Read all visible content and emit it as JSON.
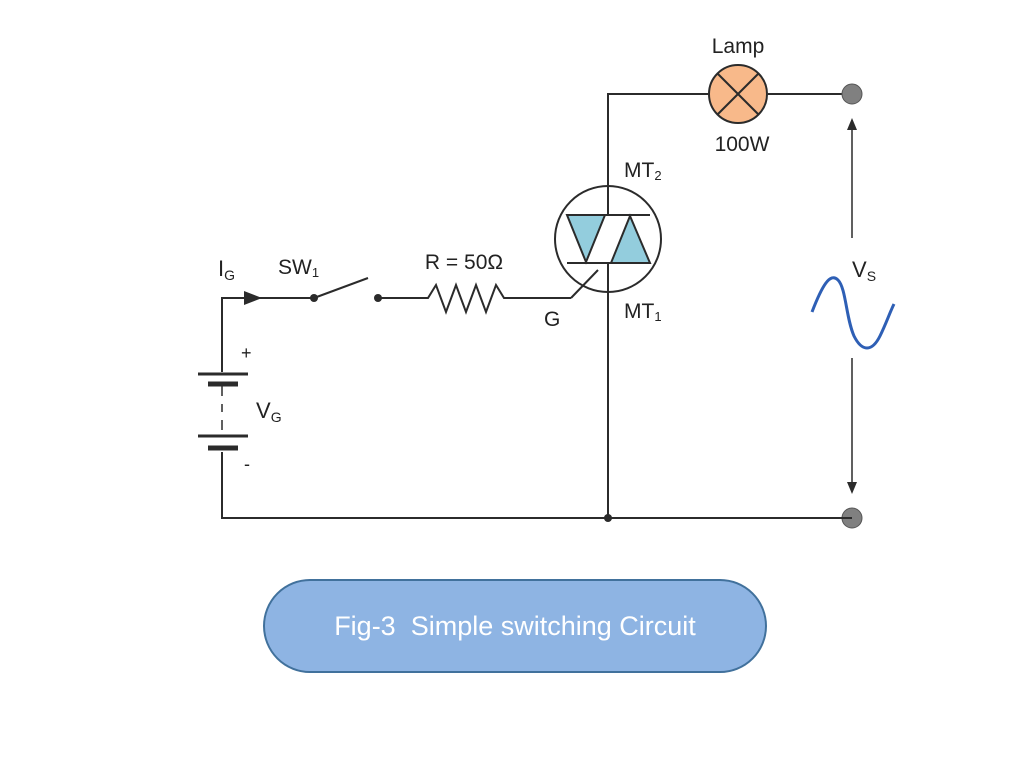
{
  "labels": {
    "lamp": "Lamp",
    "lamp_power": "100W",
    "mt2_main": "MT",
    "mt2_sub": "2",
    "mt1_main": "MT",
    "mt1_sub": "1",
    "gate": "G",
    "resistor": "R = 50Ω",
    "switch_main": "SW",
    "switch_sub": "1",
    "gate_current_main": "I",
    "gate_current_sub": "G",
    "gate_voltage_main": "V",
    "gate_voltage_sub": "G",
    "plus": "+",
    "minus": "-",
    "supply_main": "V",
    "supply_sub": "S"
  },
  "caption": "Fig-3  Simple switching Circuit",
  "colors": {
    "wire": "#2b2b2b",
    "lamp_fill": "#f8b98a",
    "triac_fill": "#93cddd",
    "sine": "#2e5fb5",
    "terminal": "#808080",
    "caption_fill": "#8eb4e3",
    "caption_border": "#41719c"
  }
}
